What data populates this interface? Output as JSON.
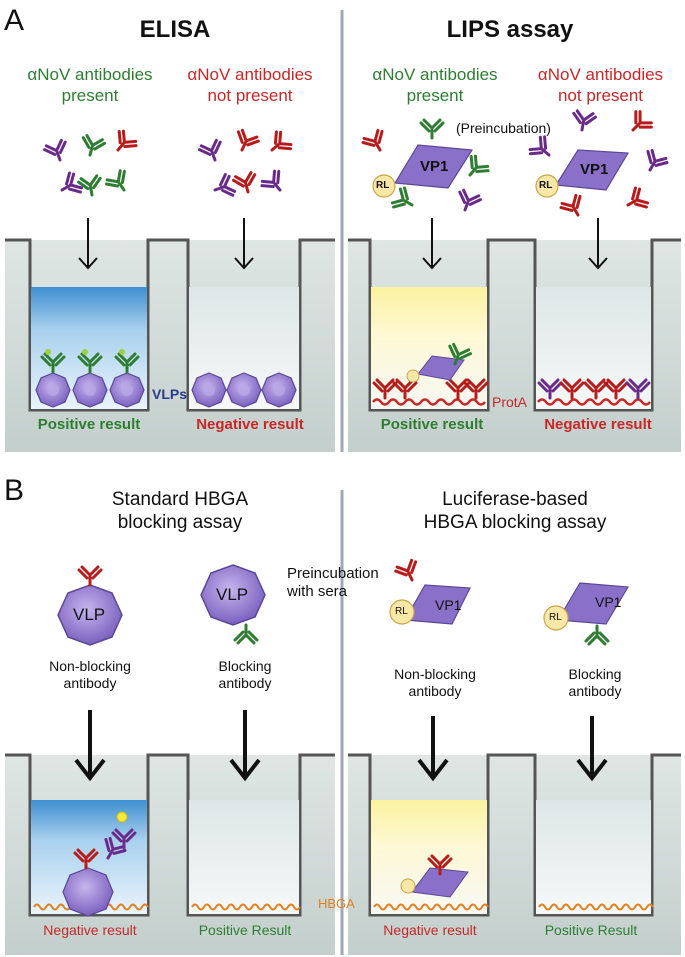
{
  "panel_a": {
    "letter": "A",
    "elisa": {
      "title": "ELISA",
      "present_line1": "αNoV antibodies",
      "present_line2": "present",
      "absent_line1": "αNoV antibodies",
      "absent_line2": "not present",
      "vlps_label": "VLPs",
      "positive": "Positive result",
      "negative": "Negative result"
    },
    "lips": {
      "title": "LIPS assay",
      "present_line1": "αNoV antibodies",
      "present_line2": "present",
      "absent_line1": "αNoV antibodies",
      "absent_line2": "not present",
      "preincubation": "(Preincubation)",
      "vp1": "VP1",
      "rl": "RL",
      "prota": "ProtA",
      "positive": "Positive result",
      "negative": "Negative result"
    }
  },
  "panel_b": {
    "letter": "B",
    "standard": {
      "title_line1": "Standard HBGA",
      "title_line2": "blocking assay",
      "vlp": "VLP",
      "nonblocking_line1": "Non-blocking",
      "nonblocking_line2": "antibody",
      "blocking_line1": "Blocking",
      "blocking_line2": "antibody",
      "negative": "Negative result",
      "positive": "Positive Result"
    },
    "center": {
      "preinc_line1": "Preincubation",
      "preinc_line2": "with sera",
      "hbga": "HBGA"
    },
    "luciferase": {
      "title_line1": "Luciferase-based",
      "title_line2": "HBGA blocking assay",
      "vp1": "VP1",
      "rl": "RL",
      "nonblocking_line1": "Non-blocking",
      "nonblocking_line2": "antibody",
      "blocking_line1": "Blocking",
      "blocking_line2": "antibody",
      "negative": "Negative result",
      "positive": "Positive Result"
    }
  },
  "colors": {
    "green": "#2e7d32",
    "red": "#c62828",
    "purple": "#8a70c8",
    "orange": "#e08020",
    "divider": "#a0a7b5"
  }
}
